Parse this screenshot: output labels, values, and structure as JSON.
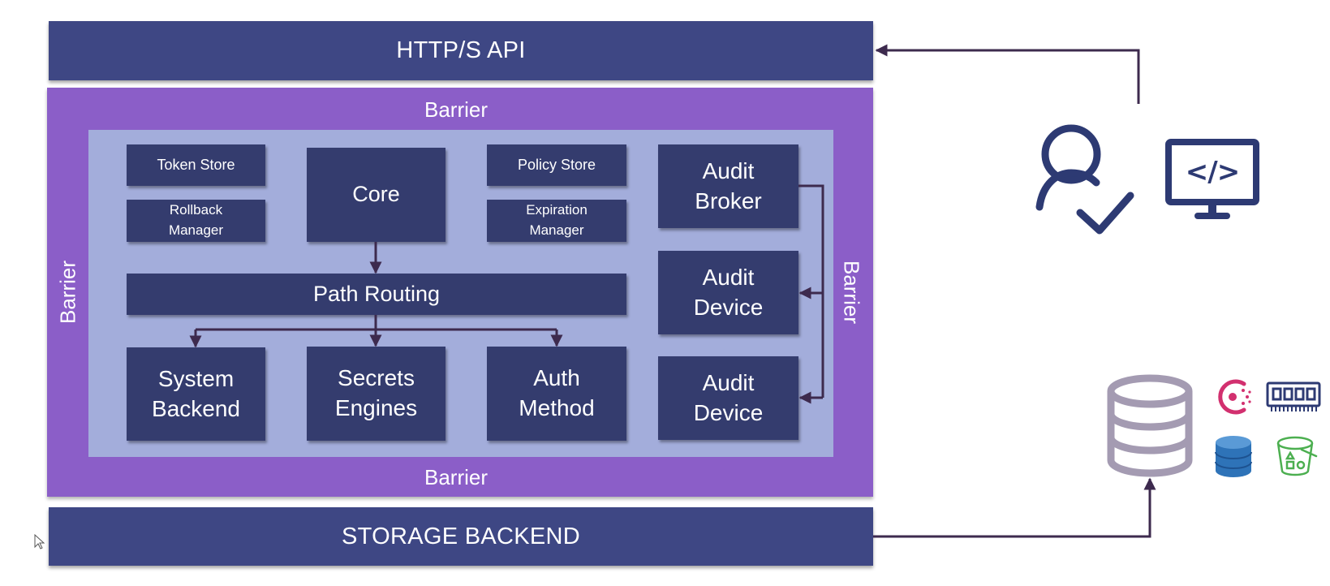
{
  "top_bar": {
    "label": "HTTP/S API"
  },
  "bottom_bar": {
    "label": "STORAGE BACKEND"
  },
  "barrier": {
    "top_label": "Barrier",
    "bottom_label": "Barrier",
    "left_label": "Barrier",
    "right_label": "Barrier"
  },
  "components": {
    "token_store": "Token Store",
    "rollback_manager": {
      "line1": "Rollback",
      "line2": "Manager"
    },
    "core": "Core",
    "policy_store": "Policy Store",
    "expiration_manager": {
      "line1": "Expiration",
      "line2": "Manager"
    },
    "path_routing": "Path Routing",
    "system_backend": {
      "line1": "System",
      "line2": "Backend"
    },
    "secrets_engines": {
      "line1": "Secrets",
      "line2": "Engines"
    },
    "auth_method": {
      "line1": "Auth",
      "line2": "Method"
    },
    "audit_broker": {
      "line1": "Audit",
      "line2": "Broker"
    },
    "audit_device_1": {
      "line1": "Audit",
      "line2": "Device"
    },
    "audit_device_2": {
      "line1": "Audit",
      "line2": "Device"
    }
  },
  "icons": {
    "user": "user-check-icon",
    "client": "monitor-code-icon",
    "code_glyph": "</>",
    "database": "database-icon",
    "consul": "consul-icon",
    "memory": "memory-chip-icon",
    "dynamodb": "dynamodb-icon",
    "s3": "s3-bucket-icon"
  },
  "colors": {
    "bar": "#3e4784",
    "barrier": "#8b5ec8",
    "inner": "#a3addb",
    "box": "#343c6e",
    "arrow": "#3d2a4e",
    "consul": "#d2306f",
    "dynamodb": "#2e73b8",
    "s3": "#4caf50",
    "database": "#a49bb2"
  }
}
